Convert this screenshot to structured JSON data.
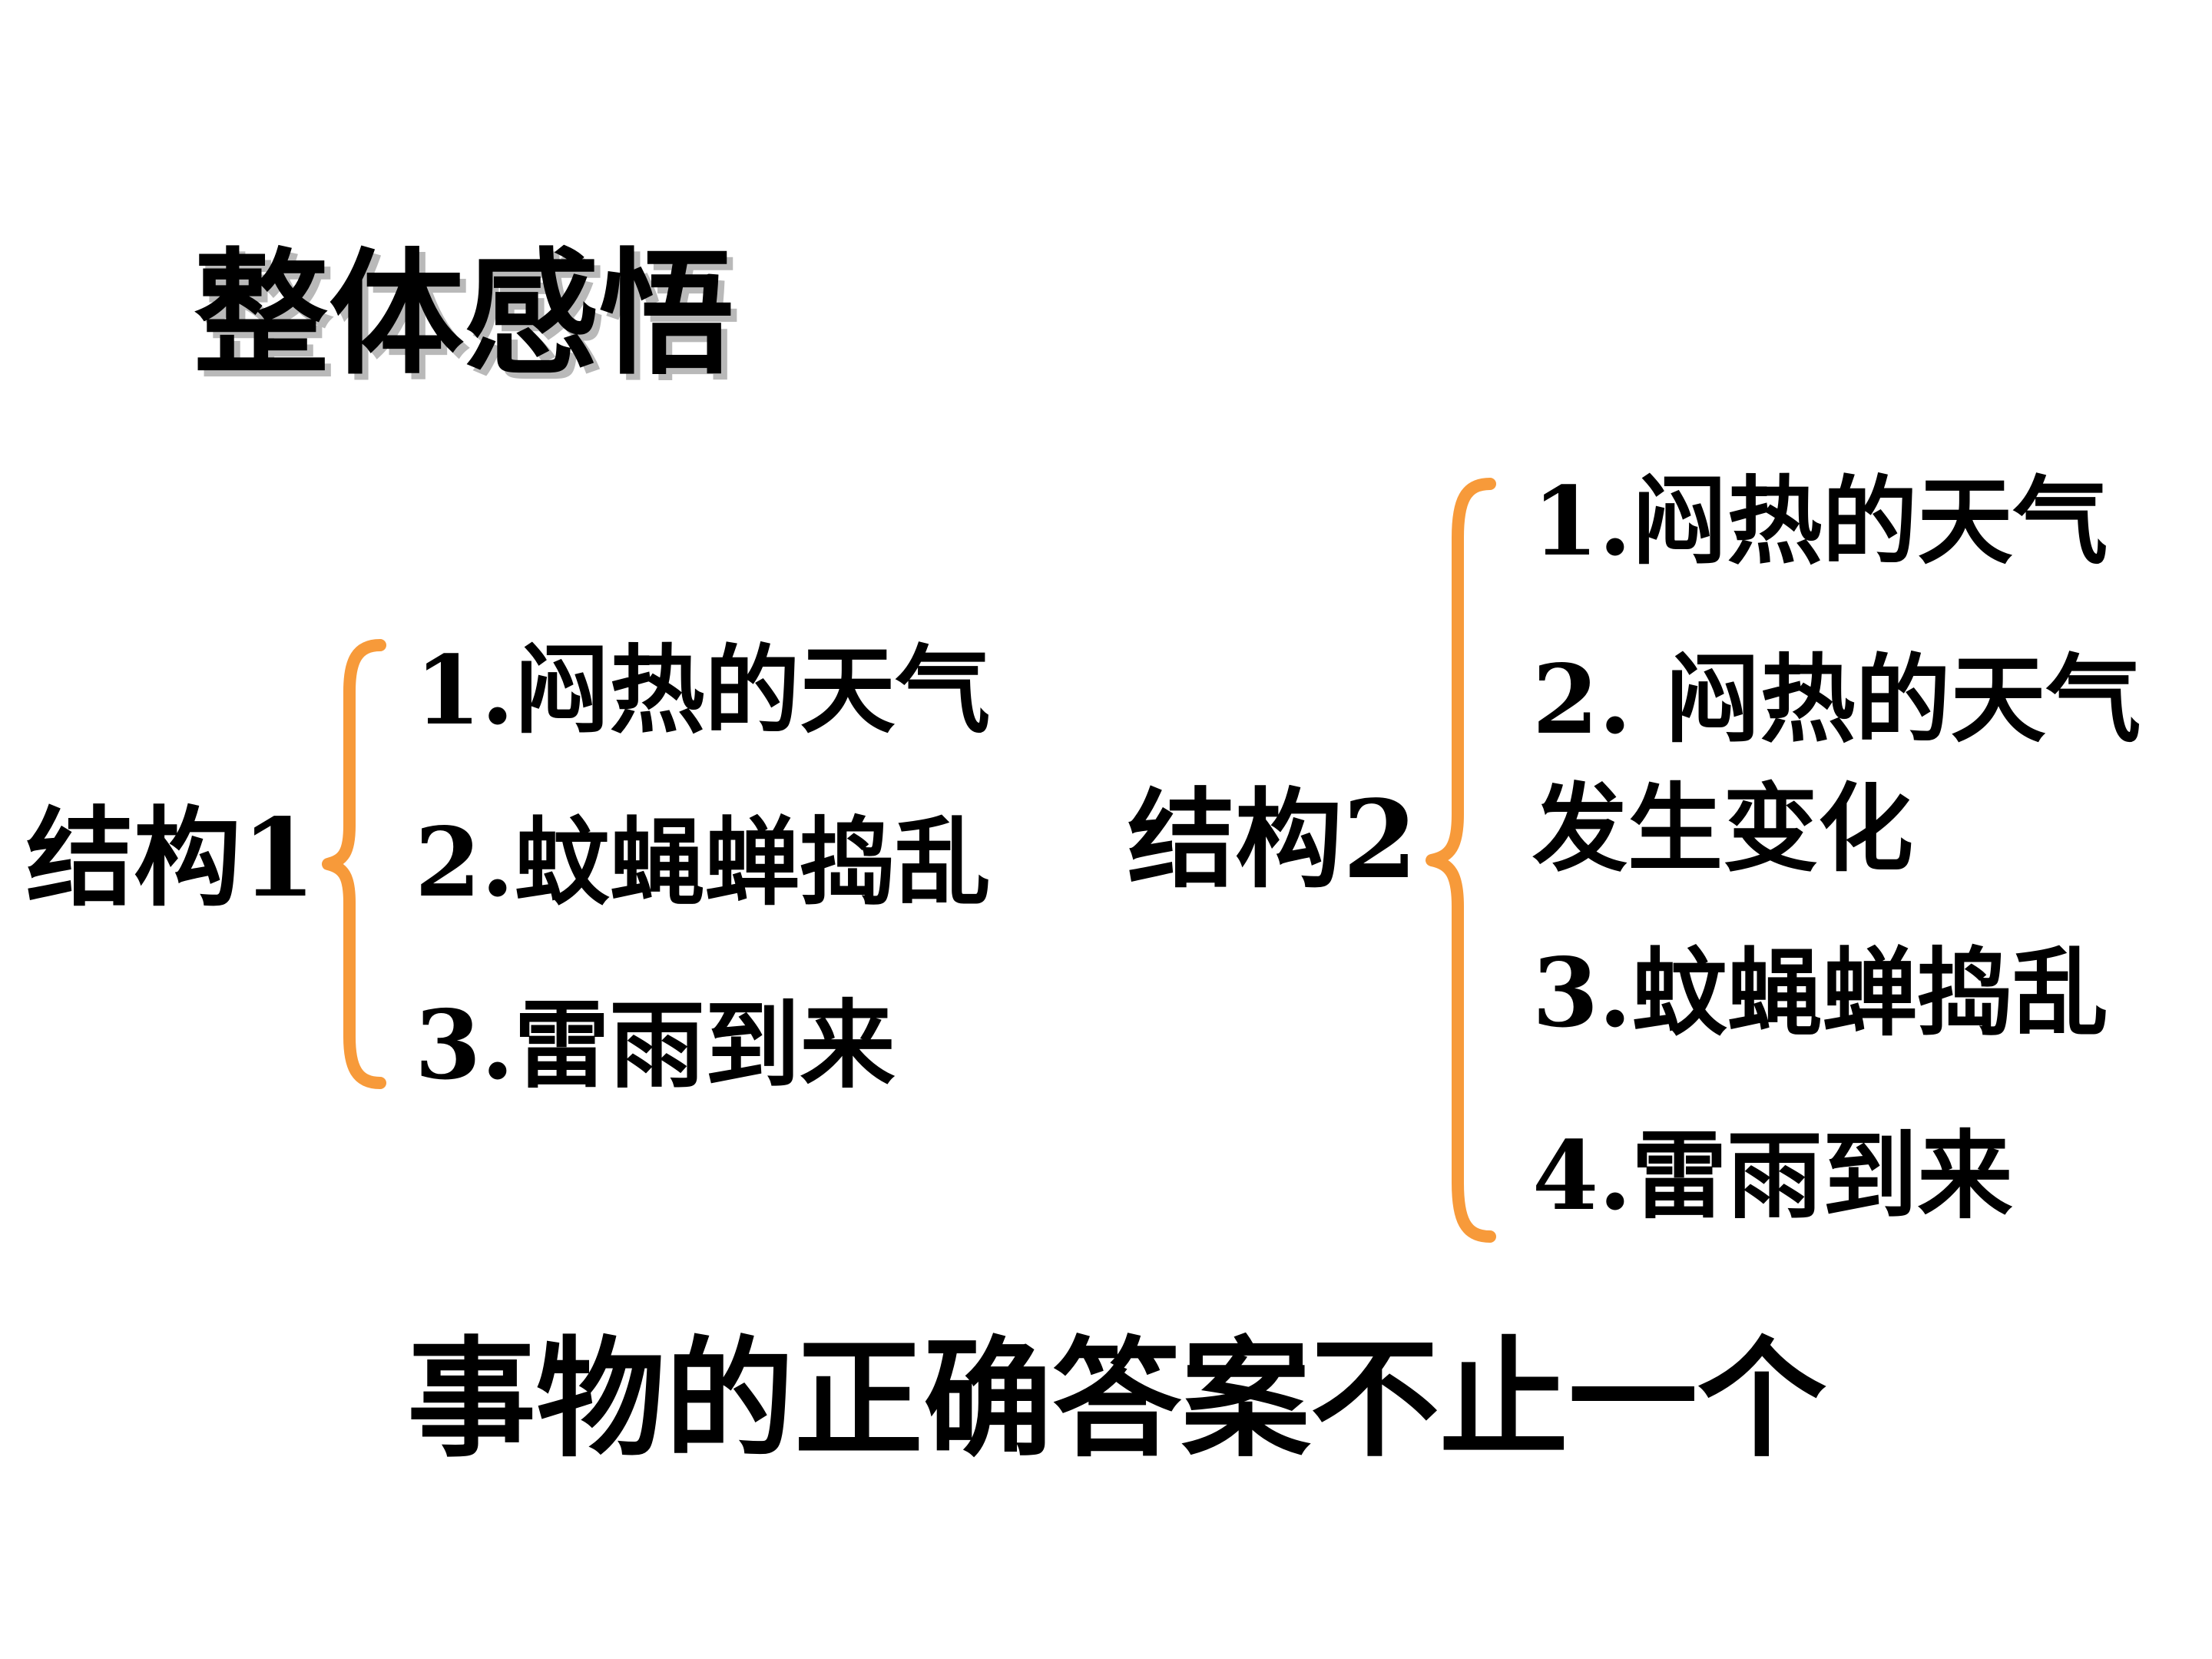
{
  "title": "整体感悟",
  "accent_color": "#f79a3a",
  "structure1": {
    "label": "结构1",
    "items": [
      "1.闷热的天气",
      "2.蚊蝇蝉捣乱",
      "3.雷雨到来"
    ]
  },
  "structure2": {
    "label": "结构2",
    "items": [
      "1.闷热的天气",
      "2. 闷热的天气",
      "发生变化",
      "3.蚊蝇蝉捣乱",
      "4.雷雨到来"
    ]
  },
  "conclusion": "事物的正确答案不止一个"
}
